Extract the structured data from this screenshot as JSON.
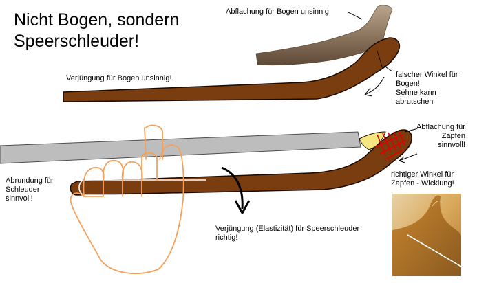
{
  "title": "Nicht Bogen, sondern\nSpeerschleuder!",
  "labels": {
    "flat_bow": "Abflachung für Bogen unsinnig",
    "taper_bow": "Verjüngung für Bogen unsinnig!",
    "wrong_angle": "falscher Winkel für\nBogen!\nSehne kann\nabrutschen",
    "flat_peg": "Abflachung für\nZapfen\nsinnvoll!",
    "right_angle": "richtiger Winkel für\nZapfen - Wicklung!",
    "rounding": "Abrundung für\nSchleuder\nsinnvoll!",
    "taper_thrower": "Verjüngung (Elastizität) für Speerschleuder\nrichtig!"
  },
  "colors": {
    "wood_dark": "#7a3d10",
    "wood_outline": "#1a0a00",
    "spear_gray": "#bdbdbd",
    "hand_outline": "#f5a05a",
    "binding_red": "#e00000",
    "peg_yellow": "#f5e680"
  }
}
